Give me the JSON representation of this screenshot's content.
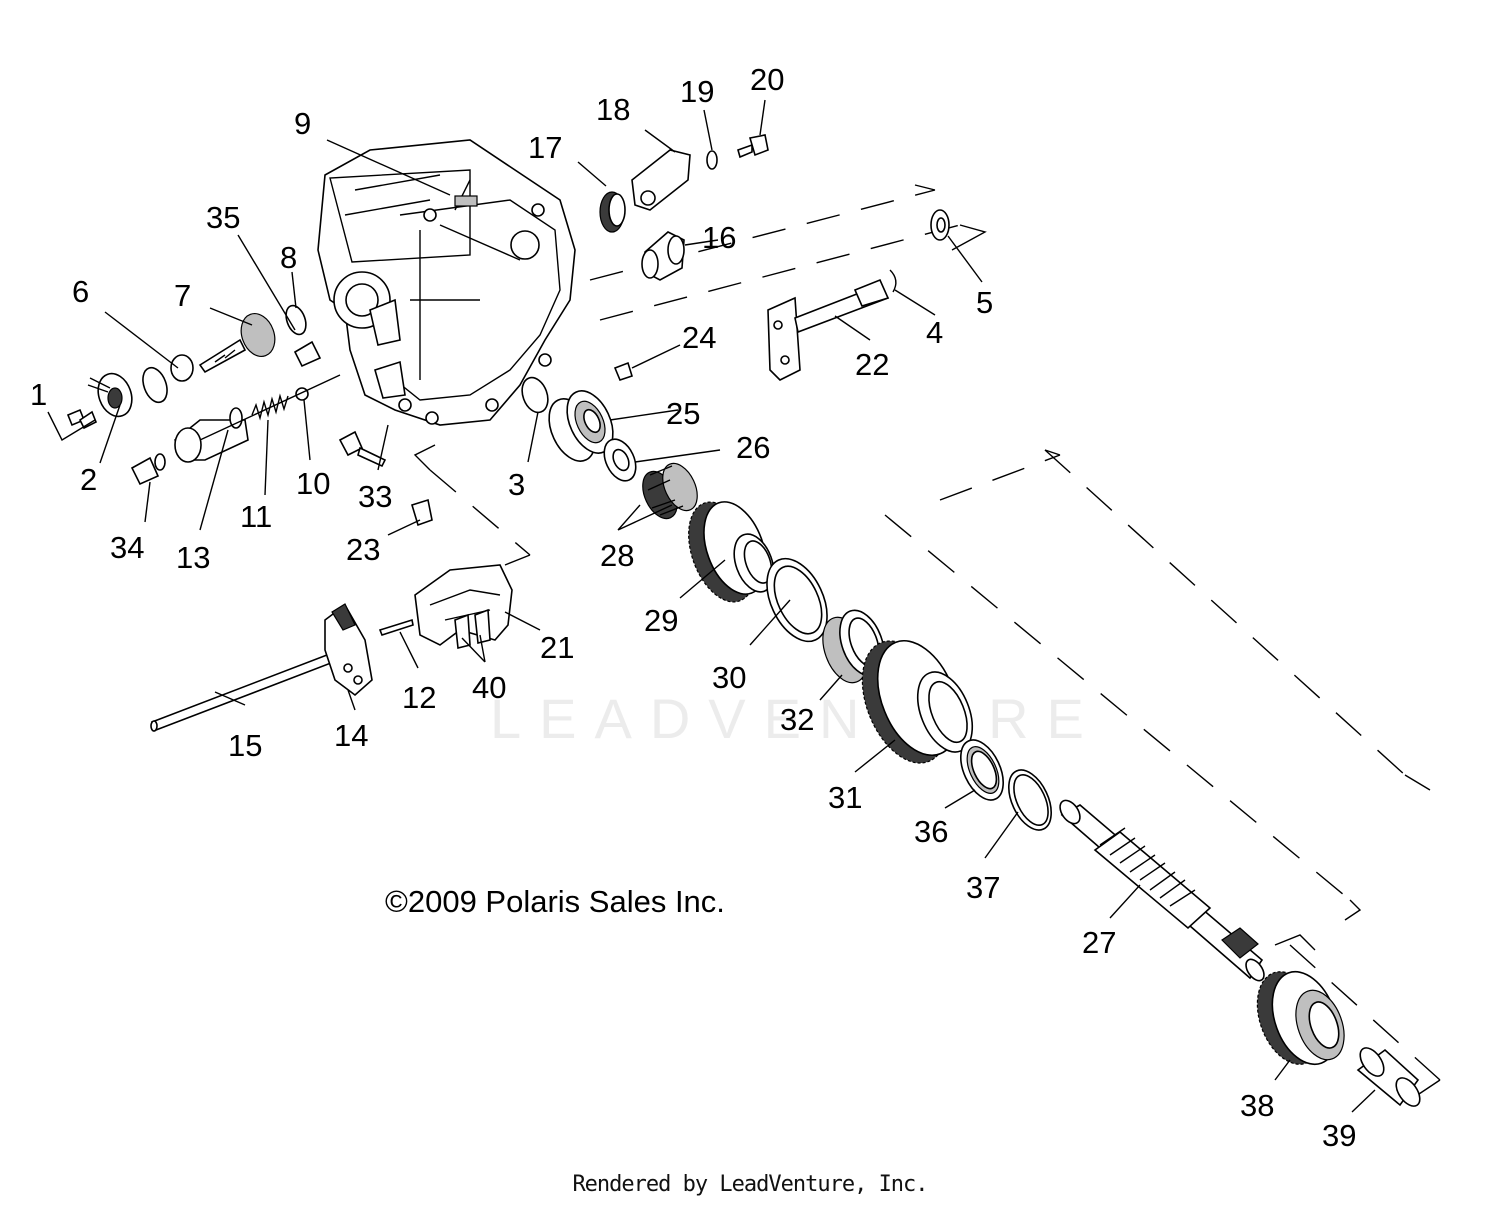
{
  "diagram": {
    "watermark": "LEADVENTURE",
    "copyright": "©2009 Polaris Sales Inc.",
    "footer": "Rendered by LeadVenture, Inc.",
    "labels": {
      "l1": "1",
      "l2": "2",
      "l3": "3",
      "l4": "4",
      "l5": "5",
      "l6": "6",
      "l7": "7",
      "l8": "8",
      "l9": "9",
      "l10": "10",
      "l11": "11",
      "l12": "12",
      "l13": "13",
      "l14": "14",
      "l15": "15",
      "l16": "16",
      "l17": "17",
      "l18": "18",
      "l19": "19",
      "l20": "20",
      "l21": "21",
      "l22": "22",
      "l23": "23",
      "l24": "24",
      "l25": "25",
      "l26": "26",
      "l27": "27",
      "l28": "28",
      "l29": "29",
      "l30": "30",
      "l31": "31",
      "l32": "32",
      "l33": "33",
      "l34": "34",
      "l35": "35",
      "l36": "36",
      "l37": "37",
      "l38": "38",
      "l39": "39",
      "l40": "40"
    }
  }
}
